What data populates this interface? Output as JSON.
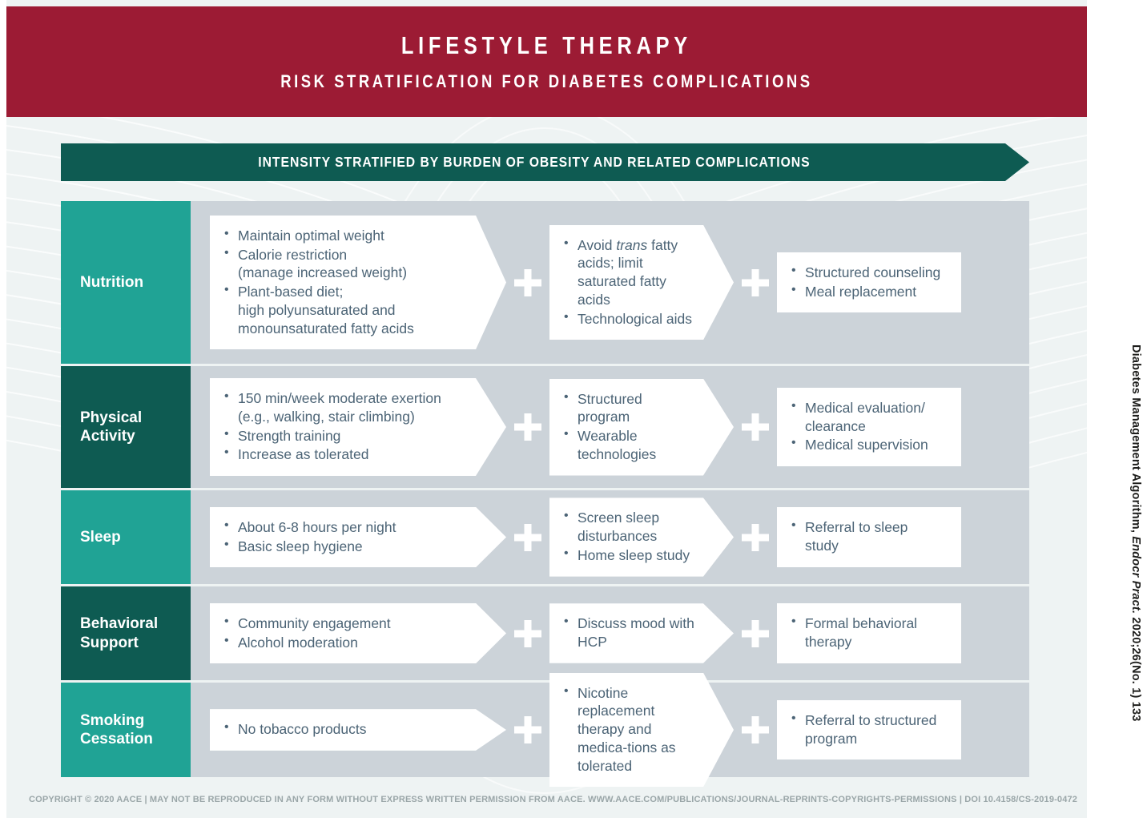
{
  "header": {
    "title": "LIFESTYLE THERAPY",
    "subtitle": "RISK STRATIFICATION FOR DIABETES COMPLICATIONS",
    "bg_color": "#9c1b34"
  },
  "intensity_bar": {
    "label": "INTENSITY STRATIFIED BY BURDEN OF OBESITY AND RELATED COMPLICATIONS",
    "bg_color": "#0e5b52"
  },
  "colors": {
    "teal_light": "#20a395",
    "teal_dark": "#0e5b52",
    "panel_gray": "#ccd3d9",
    "page_bg": "#eef3f3",
    "body_text": "#4c6476"
  },
  "rows": [
    {
      "label": "Nutrition",
      "label_shade": "light",
      "cells": [
        {
          "bullets": [
            "Maintain optimal weight",
            "Calorie restriction\n(manage increased weight)",
            "Plant-based diet;\nhigh polyunsaturated and\nmonounsaturated fatty acids"
          ]
        },
        {
          "bullets": [
            "Avoid trans fatty acids; limit saturated fatty acids",
            "Technological aids"
          ]
        },
        {
          "bullets": [
            "Structured counseling",
            "Meal replacement"
          ]
        }
      ]
    },
    {
      "label": "Physical Activity",
      "label_shade": "dark",
      "cells": [
        {
          "bullets": [
            "150 min/week moderate exertion\n(e.g., walking, stair climbing)",
            "Strength training",
            "Increase as tolerated"
          ]
        },
        {
          "bullets": [
            "Structured program",
            "Wearable technologies"
          ]
        },
        {
          "bullets": [
            "Medical evaluation/ clearance",
            "Medical supervision"
          ]
        }
      ]
    },
    {
      "label": "Sleep",
      "label_shade": "light",
      "cells": [
        {
          "bullets": [
            "About 6-8 hours per night",
            "Basic sleep hygiene"
          ]
        },
        {
          "bullets": [
            "Screen sleep disturbances",
            "Home sleep study"
          ]
        },
        {
          "bullets": [
            "Referral to sleep study"
          ]
        }
      ]
    },
    {
      "label": "Behavioral Support",
      "label_shade": "dark",
      "cells": [
        {
          "bullets": [
            "Community engagement",
            "Alcohol moderation"
          ]
        },
        {
          "bullets": [
            "Discuss mood with HCP"
          ]
        },
        {
          "bullets": [
            "Formal behavioral therapy"
          ]
        }
      ]
    },
    {
      "label": "Smoking Cessation",
      "label_shade": "light",
      "cells": [
        {
          "bullets": [
            "No tobacco products"
          ]
        },
        {
          "bullets": [
            "Nicotine replacement therapy and medica-tions as tolerated"
          ]
        },
        {
          "bullets": [
            "Referral to structured program"
          ]
        }
      ]
    }
  ],
  "separators": {
    "plus_symbol": "+"
  },
  "footer": {
    "text": "COPYRIGHT © 2020 AACE | MAY NOT BE REPRODUCED IN ANY FORM WITHOUT EXPRESS WRITTEN PERMISSION FROM AACE. WWW.AACE.COM/PUBLICATIONS/JOURNAL-REPRINTS-COPYRIGHTS-PERMISSIONS | DOI 10.4158/CS-2019-0472"
  },
  "side_citation": {
    "part1": "Diabetes Management Algorithm, ",
    "part2": "Endocr Pract.",
    "part3": " 2020;26(No. 1)  133"
  }
}
